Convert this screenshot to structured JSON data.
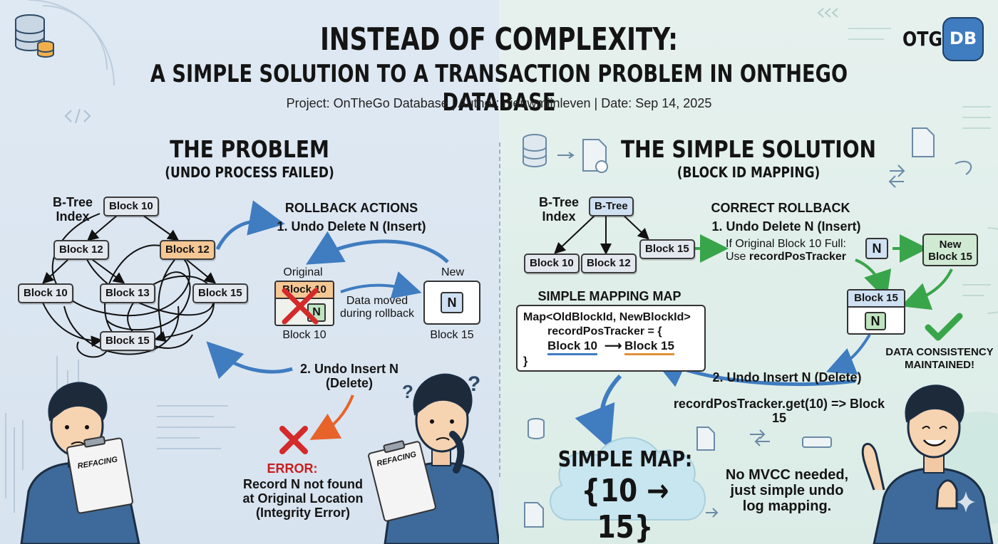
{
  "header": {
    "title": "INSTEAD OF COMPLEXITY:",
    "subtitle": "A SIMPLE SOLUTION TO A TRANSACTION PROBLEM IN ONTHEGO DATABASE",
    "meta": "Project: OnTheGo Database | Author: nieuwmijnleven | Date: Sep 14, 2025",
    "logo_text": "OTG",
    "logo_badge": "DB"
  },
  "problem": {
    "title": "THE PROBLEM",
    "subtitle": "(UNDO PROCESS FAILED)",
    "btree_label": "B-Tree\nIndex",
    "blocks": {
      "root": "Block 10",
      "mid_left": "Block 12",
      "mid_right": "Block 12",
      "leaf_1": "Block 10",
      "leaf_2": "Block 13",
      "leaf_3": "Block 15",
      "bottom": "Block 15"
    },
    "rollback_title": "ROLLBACK ACTIONS",
    "step1": "1. Undo Delete N (Insert)",
    "original_label": "Original",
    "new_label": "New",
    "orig_block_header": "Block 10",
    "orig_n": "N",
    "new_n": "N",
    "data_moved": "Data moved\nduring rollback",
    "orig_caption": "Block 10",
    "new_caption": "Block 15",
    "step2": "2. Undo Insert N\n(Delete)",
    "error_title": "ERROR:",
    "error_text": "Record N not found\nat Original Location\n(Integrity Error)",
    "clipboard_left": "REFACING",
    "clipboard_right": "REFACING"
  },
  "solution": {
    "title": "THE SIMPLE SOLUTION",
    "subtitle": "(BLOCK ID MAPPING)",
    "btree_label": "B-Tree\nIndex",
    "blocks": {
      "root": "B-Tree",
      "leaf_1": "Block 10",
      "leaf_2": "Block 12",
      "right": "Block 15"
    },
    "correct_title": "CORRECT ROLLBACK",
    "step1": "1. Undo Delete N (Insert)",
    "cond_line1": "If Original Block 10 Full:",
    "cond_line2_prefix": "Use ",
    "cond_line2_bold": "recordPosTracker",
    "n_box": "N",
    "new_block": "New\nBlock 15",
    "target_block_header": "Block 15",
    "target_n": "N",
    "mapping_title": "SIMPLE MAPPING MAP",
    "code_line1": "Map<OldBlockId, NewBlockId>",
    "code_line2": "recordPosTracker = {",
    "code_from": "Block 10",
    "code_to": "Block 15",
    "code_close": "}",
    "consistency": "DATA CONSISTENCY\nMAINTAINED!",
    "step2": "2. Undo Insert N (Delete)",
    "lookup": "recordPosTracker.get(10) => Block 15",
    "cloud_title": "SIMPLE MAP:",
    "cloud_map": "{10 → 15}",
    "note": "No MVCC needed,\njust simple undo\nlog mapping."
  },
  "colors": {
    "accent_blue": "#3f7cc0",
    "accent_orange": "#e8632a",
    "error_red": "#c81e1e",
    "success_green": "#39a54a",
    "underline_blue": "#3f7cc0",
    "underline_orange": "#e0913a"
  },
  "icons": [
    "database-icon",
    "code-icon",
    "document-icon",
    "gear-icon",
    "check-icon",
    "question-icon",
    "cross-icon",
    "sync-icon"
  ]
}
